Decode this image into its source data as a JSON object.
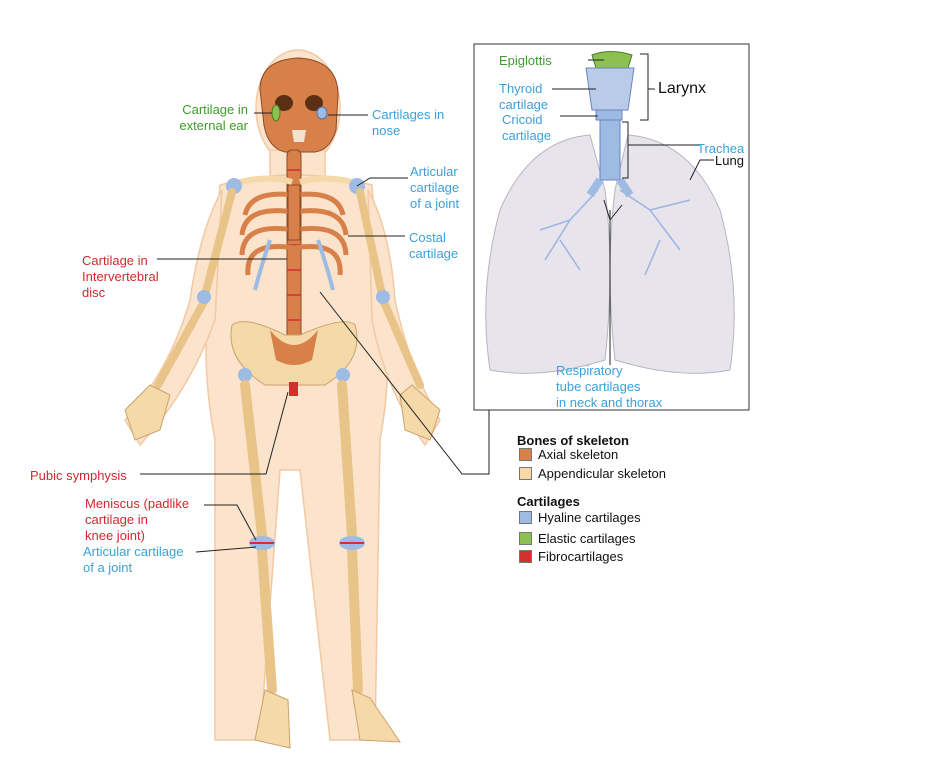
{
  "colors": {
    "axial": "#d8804a",
    "appendicular": "#f6d9a8",
    "hyaline": "#9dbbe3",
    "elastic": "#8cc152",
    "fibro": "#d32f2f",
    "label_red": "#d2282e",
    "label_blue": "#3d9fd9",
    "label_green": "#3f9a2e"
  },
  "labels": {
    "ear": "Cartilage in\nexternal ear",
    "nose": "Cartilages in\nnose",
    "articular_shoulder": "Articular\ncartilage\nof a joint",
    "costal": "Costal\ncartilage",
    "intervertebral": "Cartilage in\nIntervertebral\ndisc",
    "pubic": "Pubic symphysis",
    "meniscus": "Meniscus (padlike\ncartilage in\nknee joint)",
    "articular_knee": "Articular cartilage\nof a joint",
    "epiglottis": "Epiglottis",
    "thyroid": "Thyroid\ncartilage",
    "cricoid": "Cricoid\ncartilage",
    "larynx": "Larynx",
    "trachea": "Trachea",
    "lung": "Lung",
    "respiratory": "Respiratory\ntube cartilages\nin neck and thorax"
  },
  "legend": {
    "bones_title": "Bones of skeleton",
    "axial": "Axial skeleton",
    "appendicular": "Appendicular skeleton",
    "cartilages_title": "Cartilages",
    "hyaline": "Hyaline cartilages",
    "elastic": "Elastic cartilages",
    "fibro": "Fibrocartilages"
  }
}
